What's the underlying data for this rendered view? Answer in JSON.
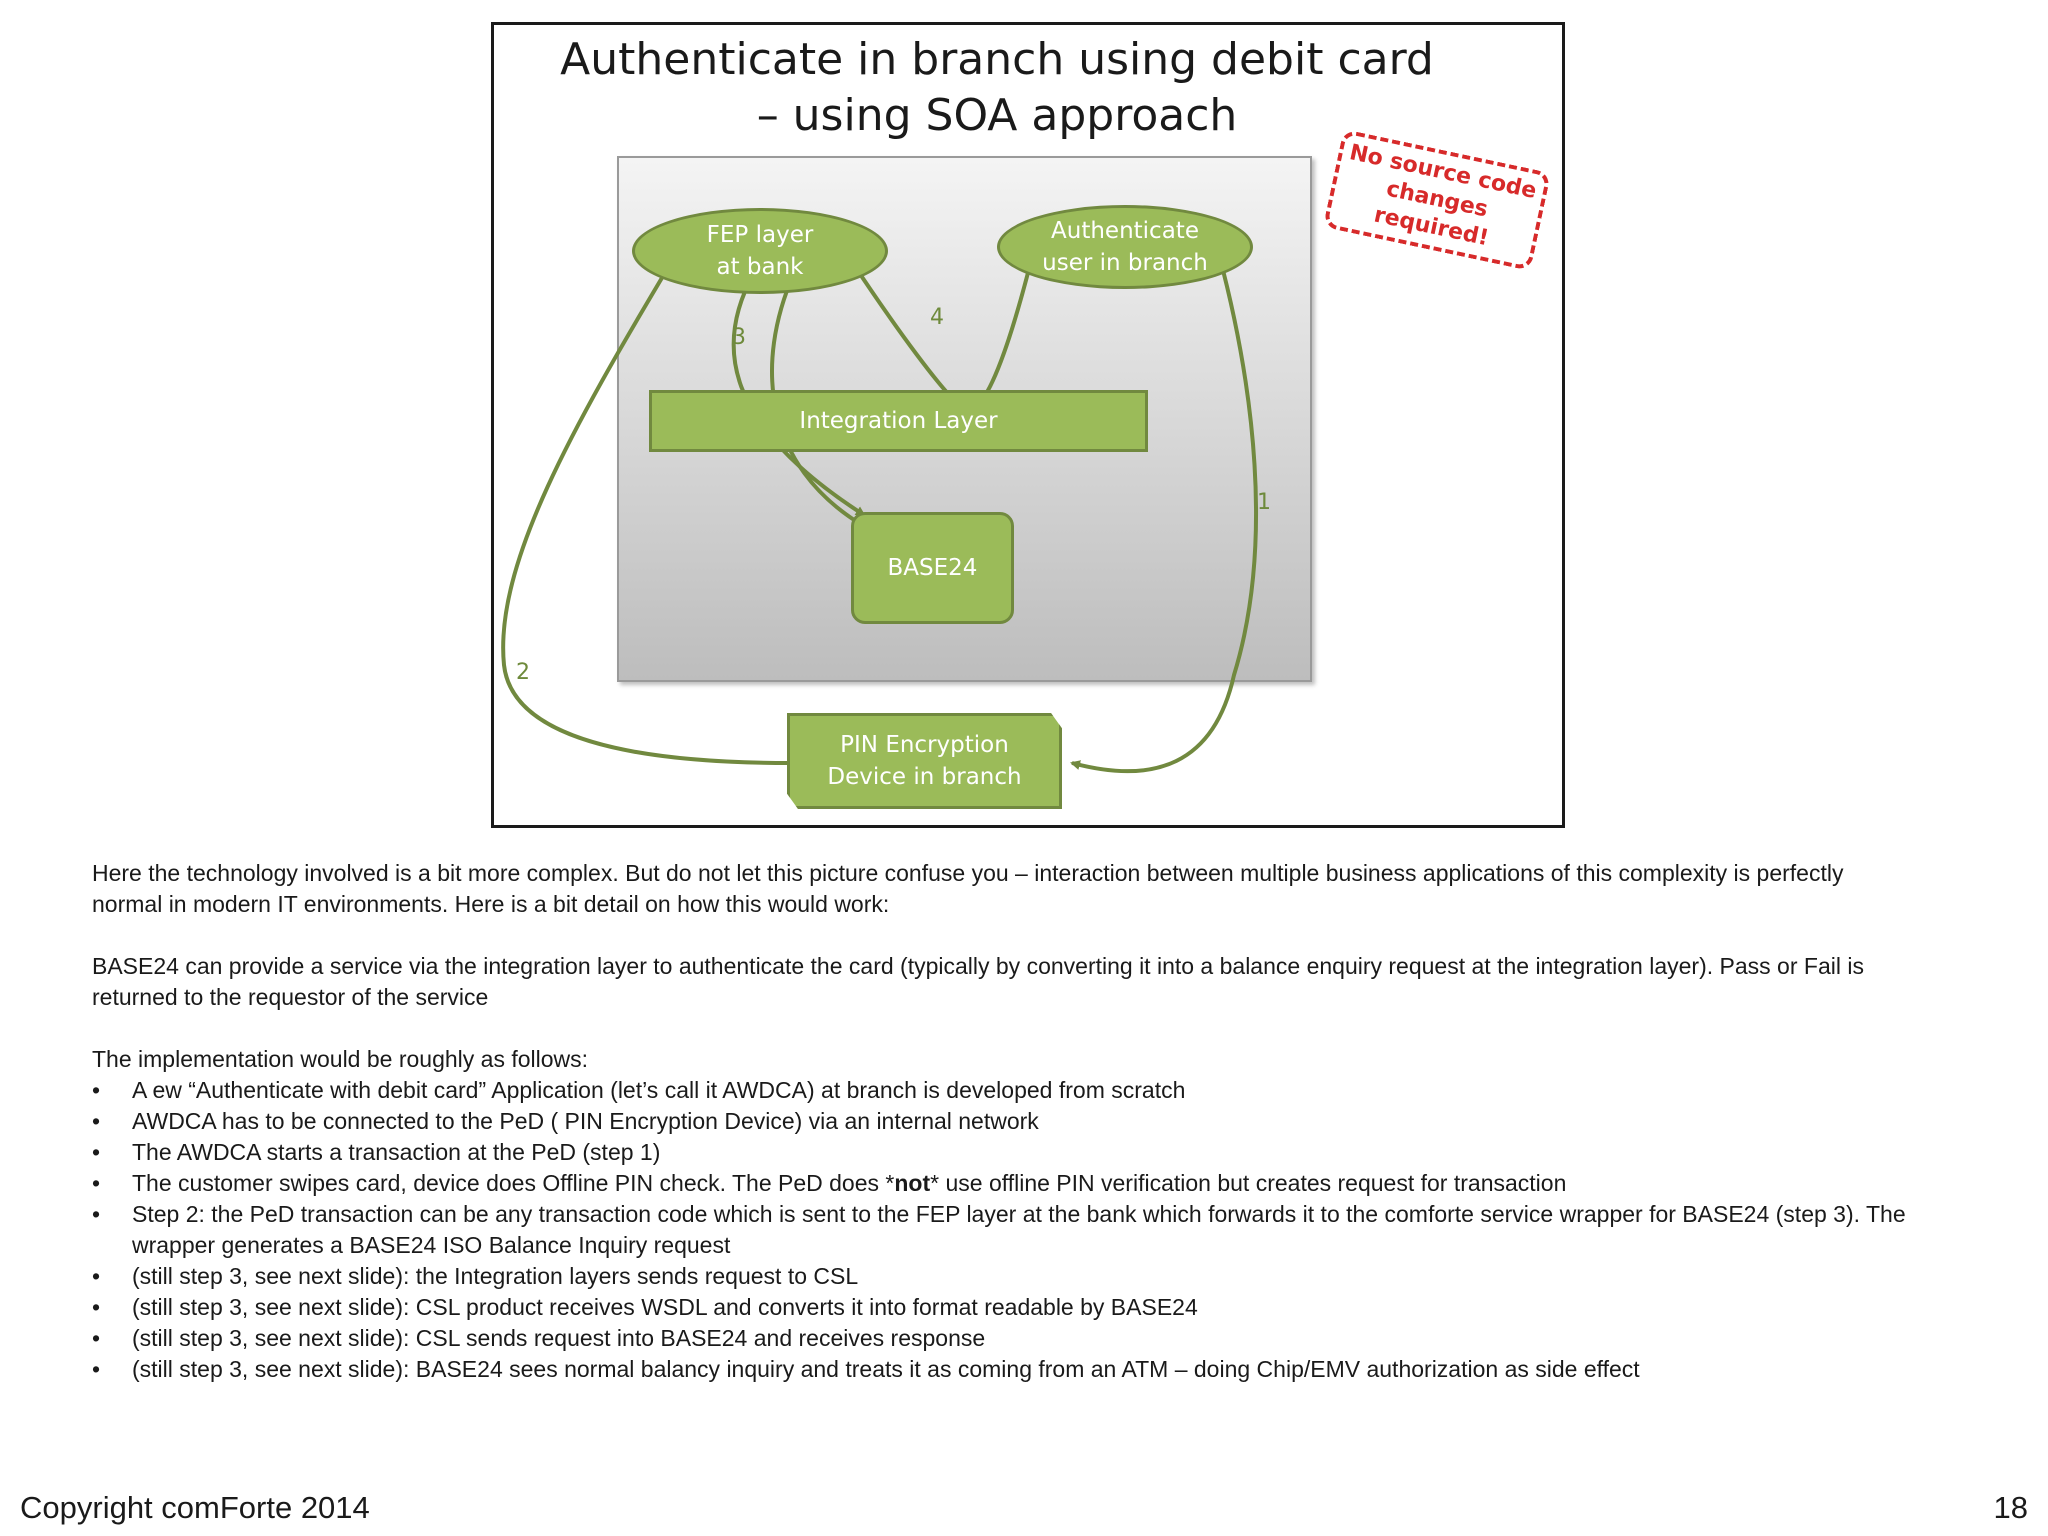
{
  "figure": {
    "title_line1": "Authenticate in branch using debit card",
    "title_line2": "– using SOA approach",
    "stamp_line1": "No source code",
    "stamp_line2": "changes",
    "stamp_line3": "required!",
    "nodes": {
      "fep_line1": "FEP layer",
      "fep_line2": "at bank",
      "auth_line1": "Authenticate",
      "auth_line2": "user in branch",
      "integration": "Integration Layer",
      "base24": "BASE24",
      "ped_line1": "PIN Encryption",
      "ped_line2": "Device in branch"
    },
    "steps": {
      "s1": "1",
      "s2": "2",
      "s3": "3",
      "s4": "4"
    },
    "colors": {
      "node_fill": "#9bbb59",
      "node_border": "#71893f",
      "arrow": "#71893f",
      "stamp": "#d72a2a"
    }
  },
  "text": {
    "intro_p1_line1": "Here the technology involved is a bit more complex. But do not let this picture confuse you – interaction between multiple business applications of this complexity is perfectly",
    "intro_p1_line2": "normal in modern IT environments. Here is a bit detail on how this would work:",
    "intro_p2_line1": "BASE24 can provide a service via the integration layer to authenticate the card (typically by converting it into a balance enquiry request at the integration layer). Pass or Fail is",
    "intro_p2_line2": "returned to the requestor of the service",
    "impl_heading": "The implementation would be roughly as follows:",
    "bullet1": "A ew “Authenticate with debit card” Application (let’s call it AWDCA) at branch is developed from scratch",
    "bullet2": "AWDCA has to be connected to the PeD ( PIN Encryption Device) via an internal network",
    "bullet3": "The AWDCA starts a transaction at the PeD (step 1)",
    "bullet4_pre": "The customer swipes card, device does Offline PIN check. The PeD does *",
    "bullet4_bold": "not",
    "bullet4_post": "* use offline PIN verification but creates request for transaction",
    "bullet5_line1": "Step 2: the PeD transaction can be any transaction code which is sent to the FEP layer at the bank which forwards it to the comforte service wrapper for BASE24 (step 3). The",
    "bullet5_line2": "wrapper generates a BASE24 ISO Balance Inquiry request",
    "bullet6": "(still step 3, see next slide): the Integration layers sends request to CSL",
    "bullet7": "(still step 3, see next slide): CSL product receives WSDL and converts it into format readable by BASE24",
    "bullet8": "(still step 3, see next slide): CSL sends request into BASE24 and receives response",
    "bullet9": "(still step 3, see next slide): BASE24 sees normal balancy inquiry and treats it as coming from an ATM – doing Chip/EMV authorization as side effect"
  },
  "footer": {
    "copyright": "Copyright comForte 2014",
    "page_number": "18"
  }
}
